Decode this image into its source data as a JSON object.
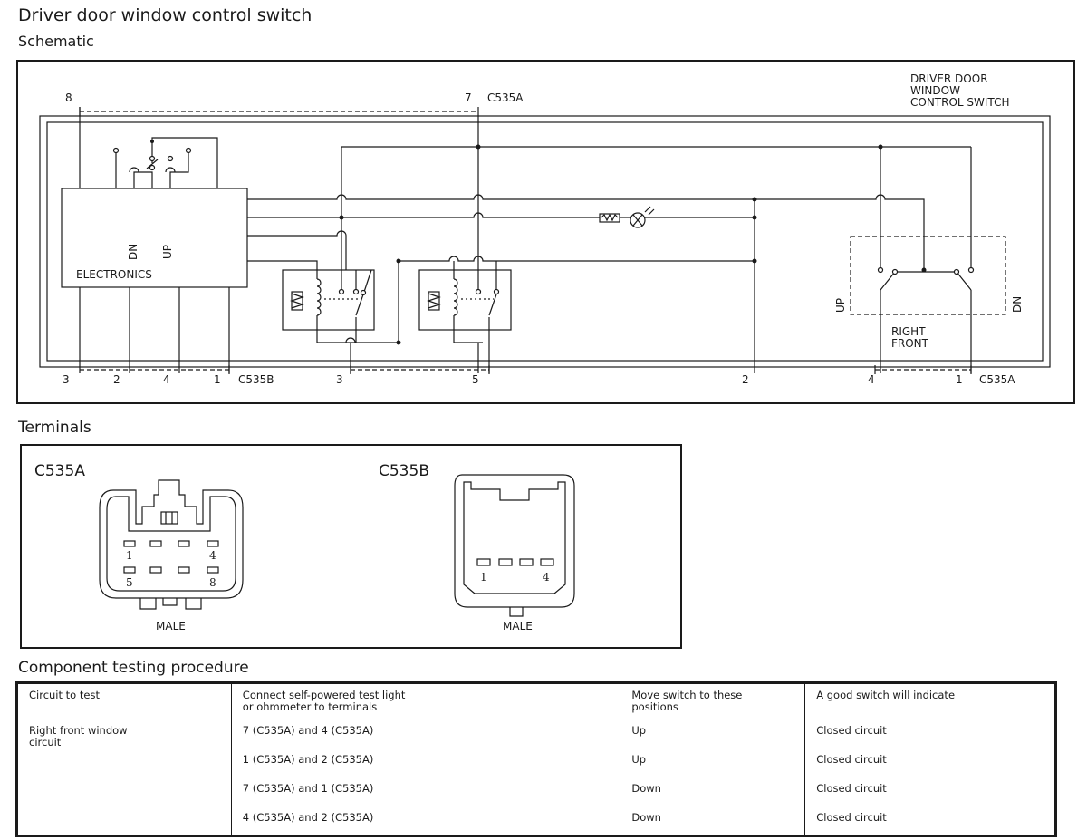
{
  "title": "Driver door window control switch",
  "schematic": {
    "heading": "Schematic",
    "component_label": [
      "DRIVER DOOR",
      "WINDOW",
      "CONTROL SWITCH"
    ],
    "electronics_label": "ELECTRONICS",
    "dn_label": "DN",
    "up_label": "UP",
    "right_front_label": [
      "RIGHT",
      "FRONT"
    ],
    "top_pins": [
      "8",
      "7"
    ],
    "top_connector": "C535A",
    "bottom_pins_b": [
      "3",
      "2",
      "4",
      "1"
    ],
    "bottom_connector_b": "C535B",
    "bottom_pins_a": [
      "3",
      "5",
      "2",
      "4",
      "1"
    ],
    "bottom_connector_a": "C535A"
  },
  "terminals": {
    "heading": "Terminals",
    "c535a": {
      "name": "C535A",
      "pins_top": [
        "1",
        "4"
      ],
      "pins_bottom": [
        "5",
        "8"
      ],
      "gender": "MALE"
    },
    "c535b": {
      "name": "C535B",
      "pins": [
        "1",
        "4"
      ],
      "gender": "MALE"
    }
  },
  "procedure": {
    "heading": "Component testing procedure",
    "columns": [
      "Circuit to test",
      "Connect self-powered test light\nor ohmmeter to terminals",
      "Move switch to these\npositions",
      "A good switch will indicate"
    ],
    "circuit": "Right front window\ncircuit",
    "rows": [
      {
        "terminals": "7 (C535A) and 4 (C535A)",
        "position": "Up",
        "result": "Closed circuit"
      },
      {
        "terminals": "1 (C535A) and 2 (C535A)",
        "position": "Up",
        "result": "Closed circuit"
      },
      {
        "terminals": "7 (C535A) and 1 (C535A)",
        "position": "Down",
        "result": "Closed circuit"
      },
      {
        "terminals": "4 (C535A) and 2 (C535A)",
        "position": "Down",
        "result": "Closed circuit"
      }
    ]
  }
}
